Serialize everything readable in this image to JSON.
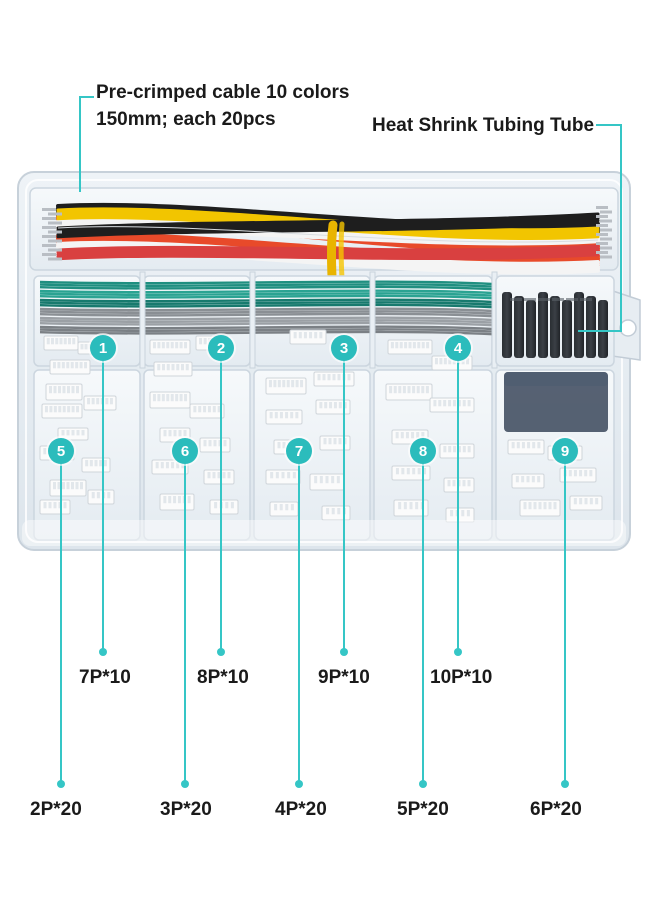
{
  "header": {
    "cable_line1": "Pre-crimped cable 10 colors",
    "cable_line2": "150mm; each 20pcs",
    "heat_shrink": "Heat Shrink Tubing Tube"
  },
  "compartments": [
    {
      "number": "1",
      "label": "7P*10"
    },
    {
      "number": "2",
      "label": "8P*10"
    },
    {
      "number": "3",
      "label": "9P*10"
    },
    {
      "number": "4",
      "label": "10P*10"
    },
    {
      "number": "5",
      "label": "2P*20"
    },
    {
      "number": "6",
      "label": "3P*20"
    },
    {
      "number": "7",
      "label": "4P*20"
    },
    {
      "number": "8",
      "label": "5P*20"
    },
    {
      "number": "9",
      "label": "6P*20"
    }
  ],
  "colors": {
    "accent": "#2bbcbc",
    "wire_colors": [
      "#e84a2a",
      "#ffffff",
      "#1e1e1e",
      "#f2c500",
      "#1f8f80",
      "#8a8f94",
      "#d94040"
    ]
  }
}
